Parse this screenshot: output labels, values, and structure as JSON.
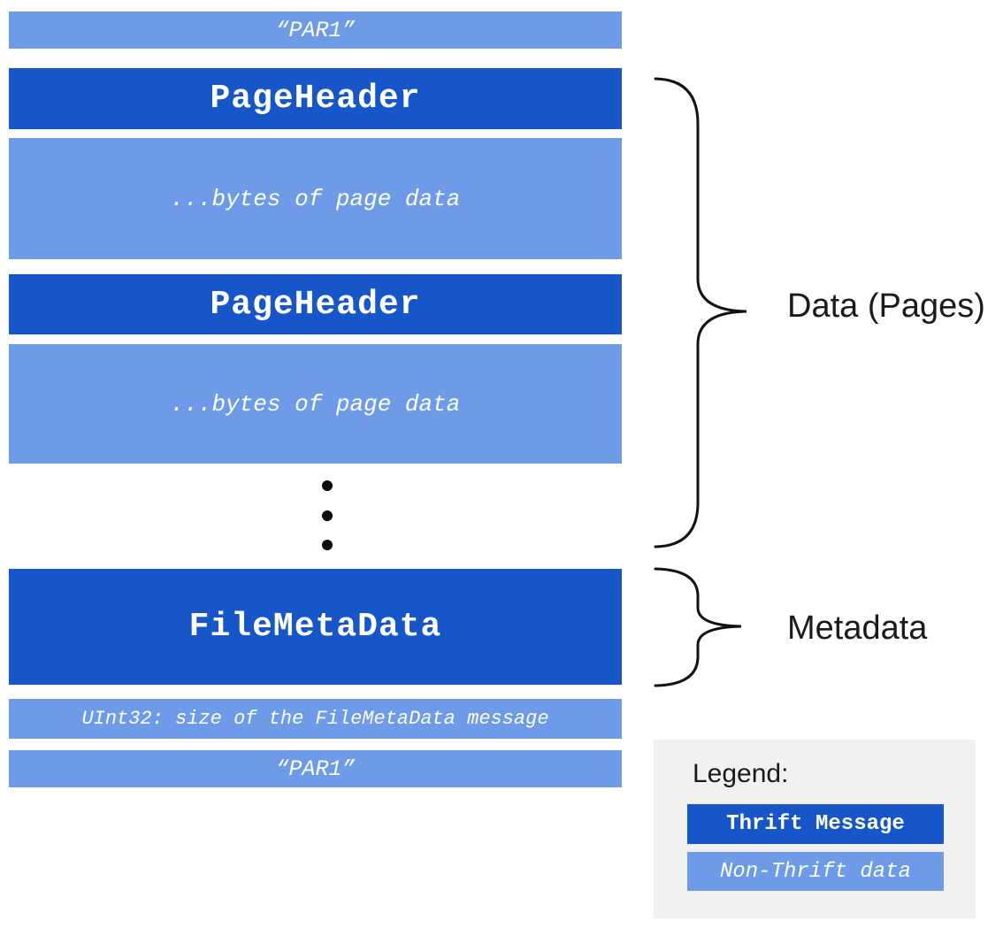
{
  "diagram": {
    "file_blocks": [
      {
        "text": "“PAR1”",
        "kind": "non-thrift"
      },
      {
        "text": "PageHeader",
        "kind": "thrift"
      },
      {
        "text": "...bytes of page data",
        "kind": "non-thrift"
      },
      {
        "text": "PageHeader",
        "kind": "thrift"
      },
      {
        "text": "...bytes of page data",
        "kind": "non-thrift"
      },
      {
        "text": "FileMetaData",
        "kind": "thrift"
      },
      {
        "text": "UInt32: size of the FileMetaData message",
        "kind": "non-thrift"
      },
      {
        "text": "“PAR1”",
        "kind": "non-thrift"
      }
    ],
    "braces": [
      {
        "label": "Data (Pages)"
      },
      {
        "label": "Metadata"
      }
    ],
    "legend": {
      "title": "Legend:",
      "items": [
        {
          "label": "Thrift Message",
          "kind": "thrift"
        },
        {
          "label": "Non-Thrift data",
          "kind": "non-thrift"
        }
      ]
    },
    "colors": {
      "thrift_blue": "#1656C8",
      "non_thrift_blue": "#6D9BE8",
      "legend_background": "#F1F1F0",
      "block_text": "#FFFFFF",
      "label_text": "#1B1B1B",
      "brace_stroke": "#121212"
    }
  }
}
